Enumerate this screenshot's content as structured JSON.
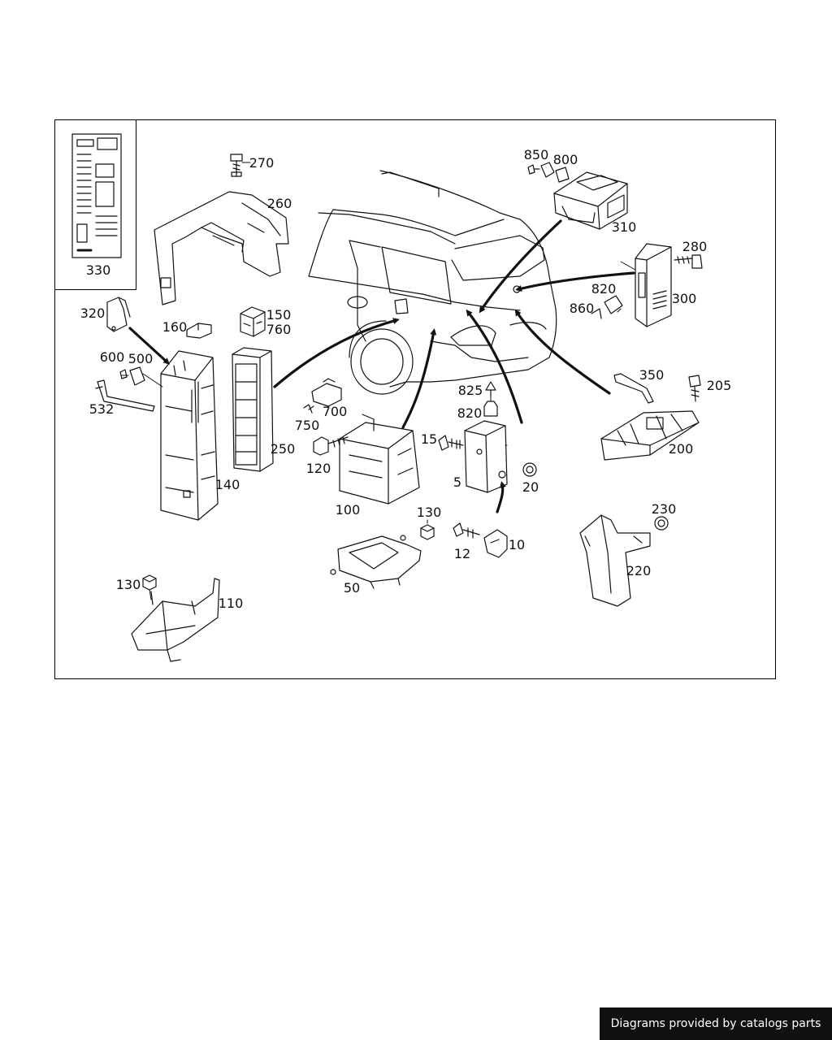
{
  "diagram": {
    "callouts": {
      "p330": "330",
      "p270": "270",
      "p260": "260",
      "p850": "850",
      "p800": "800",
      "p310": "310",
      "p280": "280",
      "p820a": "820",
      "p300": "300",
      "p860": "860",
      "p320": "320",
      "p160": "160",
      "p150": "150",
      "p760": "760",
      "p600": "600",
      "p500": "500",
      "p532": "532",
      "p700": "700",
      "p750": "750",
      "p250": "250",
      "p140": "140",
      "p825": "825",
      "p820b": "820",
      "p15": "15",
      "p120": "120",
      "p100": "100",
      "p5": "5",
      "p20": "20",
      "p350": "350",
      "p205": "205",
      "p200": "200",
      "p130a": "130",
      "p12": "12",
      "p10": "10",
      "p50": "50",
      "p230": "230",
      "p220": "220",
      "p130b": "130",
      "p110": "110"
    }
  },
  "footer": {
    "credit": "Diagrams provided by catalogs parts"
  },
  "colors": {
    "line": "#111111",
    "background": "#ffffff",
    "badge": "#111111"
  }
}
